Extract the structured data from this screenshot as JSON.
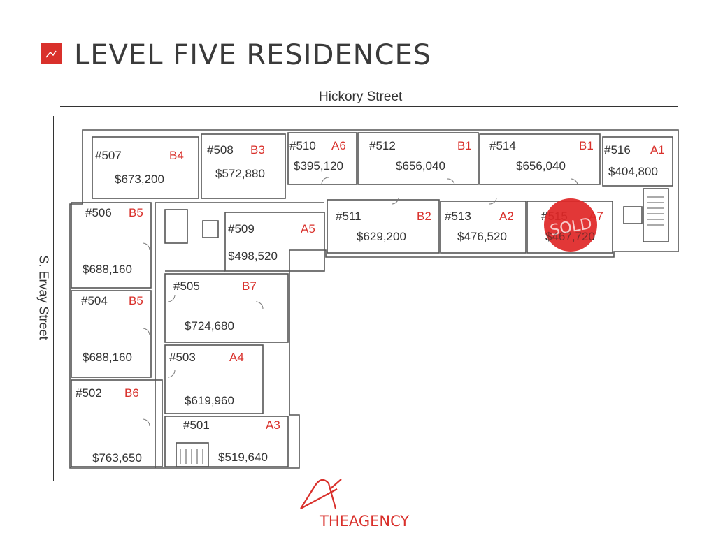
{
  "header": {
    "title": "LEVEL FIVE RESIDENCES"
  },
  "streets": {
    "top": "Hickory Street",
    "left": "S. Ervay Street"
  },
  "brand": {
    "name": "THEAGENCY"
  },
  "sold_stamp": "SOLD",
  "colors": {
    "accent": "#d9302b",
    "wall": "#555555",
    "text": "#333333"
  },
  "units": [
    {
      "id": "507",
      "number": "#507",
      "type": "B4",
      "price": "$673,200",
      "sold": false
    },
    {
      "id": "508",
      "number": "#508",
      "type": "B3",
      "price": "$572,880",
      "sold": false
    },
    {
      "id": "510",
      "number": "#510",
      "type": "A6",
      "price": "$395,120",
      "sold": false
    },
    {
      "id": "512",
      "number": "#512",
      "type": "B1",
      "price": "$656,040",
      "sold": false
    },
    {
      "id": "514",
      "number": "#514",
      "type": "B1",
      "price": "$656,040",
      "sold": false
    },
    {
      "id": "516",
      "number": "#516",
      "type": "A1",
      "price": "$404,800",
      "sold": false
    },
    {
      "id": "506",
      "number": "#506",
      "type": "B5",
      "price": "$688,160",
      "sold": false
    },
    {
      "id": "509",
      "number": "#509",
      "type": "A5",
      "price": "$498,520",
      "sold": false
    },
    {
      "id": "511",
      "number": "#511",
      "type": "B2",
      "price": "$629,200",
      "sold": false
    },
    {
      "id": "513",
      "number": "#513",
      "type": "A2",
      "price": "$476,520",
      "sold": false
    },
    {
      "id": "515",
      "number": "#515",
      "type": "A7",
      "price": "$467,720",
      "sold": true
    },
    {
      "id": "505",
      "number": "#505",
      "type": "B7",
      "price": "$724,680",
      "sold": false
    },
    {
      "id": "504",
      "number": "#504",
      "type": "B5",
      "price": "$688,160",
      "sold": false
    },
    {
      "id": "503",
      "number": "#503",
      "type": "A4",
      "price": "$619,960",
      "sold": false
    },
    {
      "id": "502",
      "number": "#502",
      "type": "B6",
      "price": "$763,650",
      "sold": false
    },
    {
      "id": "501",
      "number": "#501",
      "type": "A3",
      "price": "$519,640",
      "sold": false
    }
  ]
}
